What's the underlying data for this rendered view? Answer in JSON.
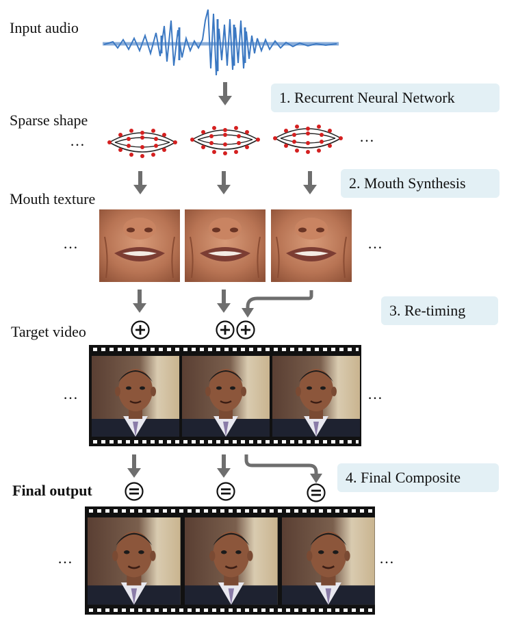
{
  "labels": {
    "input_audio": "Input audio",
    "sparse_shape": "Sparse shape",
    "mouth_texture": "Mouth texture",
    "target_video": "Target video",
    "final_output": "Final output"
  },
  "steps": [
    "1. Recurrent Neural Network",
    "2. Mouth Synthesis",
    "3. Re-timing",
    "4. Final Composite"
  ],
  "ellipsis": "…",
  "colors": {
    "waveform": "#3b78c2",
    "arrow": "#6e6e6e",
    "landmark_point": "#d42020",
    "step_bg": "#e3f0f5",
    "film": "#111111"
  },
  "icons": [
    "plus-circle-icon",
    "equals-circle-icon",
    "down-arrow-icon"
  ]
}
